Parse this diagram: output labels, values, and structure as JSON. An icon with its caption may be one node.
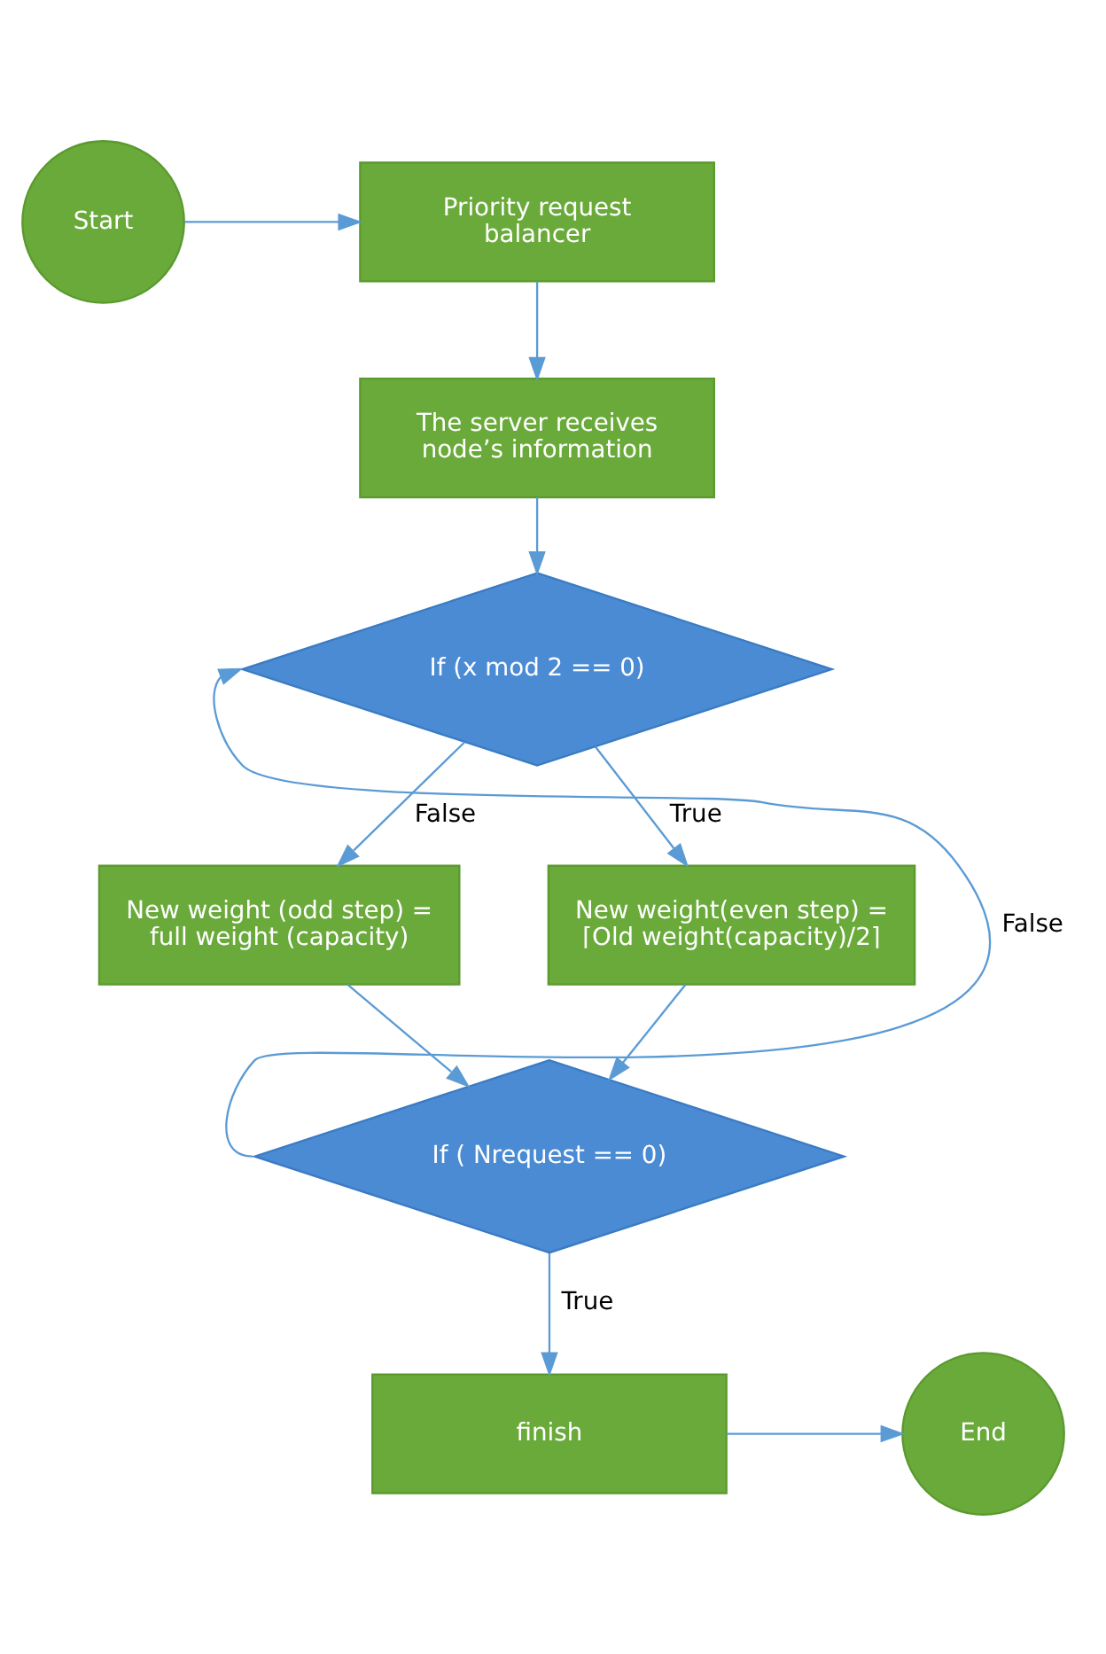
{
  "diagram": {
    "nodes": [
      {
        "text": [
          "Start"
        ]
      },
      {
        "text": [
          "Priority request balancer"
        ]
      },
      {
        "text": [
          "The server receives node’s information"
        ]
      },
      {
        "text": [
          "If (x mod 2 == 0)"
        ]
      },
      {
        "text": [
          "New weight (odd step) = full weight (capacity)"
        ]
      },
      {
        "text": [
          "New weight(even step) = ⌈Old weight(capacity)/2⌉"
        ]
      },
      {
        "text": [
          "If ( Nrequest == 0)"
        ]
      },
      {
        "text": [
          "finish"
        ]
      },
      {
        "text": [
          "End"
        ]
      }
    ],
    "edges": [
      {
        "from": 0,
        "to": 1,
        "arrow": "to"
      },
      {
        "from": 1,
        "to": 2,
        "arrow": "to"
      },
      {
        "from": 2,
        "to": 3,
        "arrow": "to"
      },
      {
        "from": 3,
        "to": 4,
        "label": "False",
        "arrow": "to"
      },
      {
        "from": 3,
        "to": 5,
        "label": "True",
        "arrow": "to"
      },
      {
        "from": 4,
        "to": 6,
        "arrow": "to"
      },
      {
        "from": 5,
        "to": 6,
        "arrow": "to"
      },
      {
        "from": 6,
        "to": 3,
        "label": "False",
        "arrow": "to"
      },
      {
        "from": 6,
        "to": 7,
        "label": "True",
        "arrow": "to"
      },
      {
        "from": 7,
        "to": 8,
        "arrow": "to"
      }
    ]
  }
}
